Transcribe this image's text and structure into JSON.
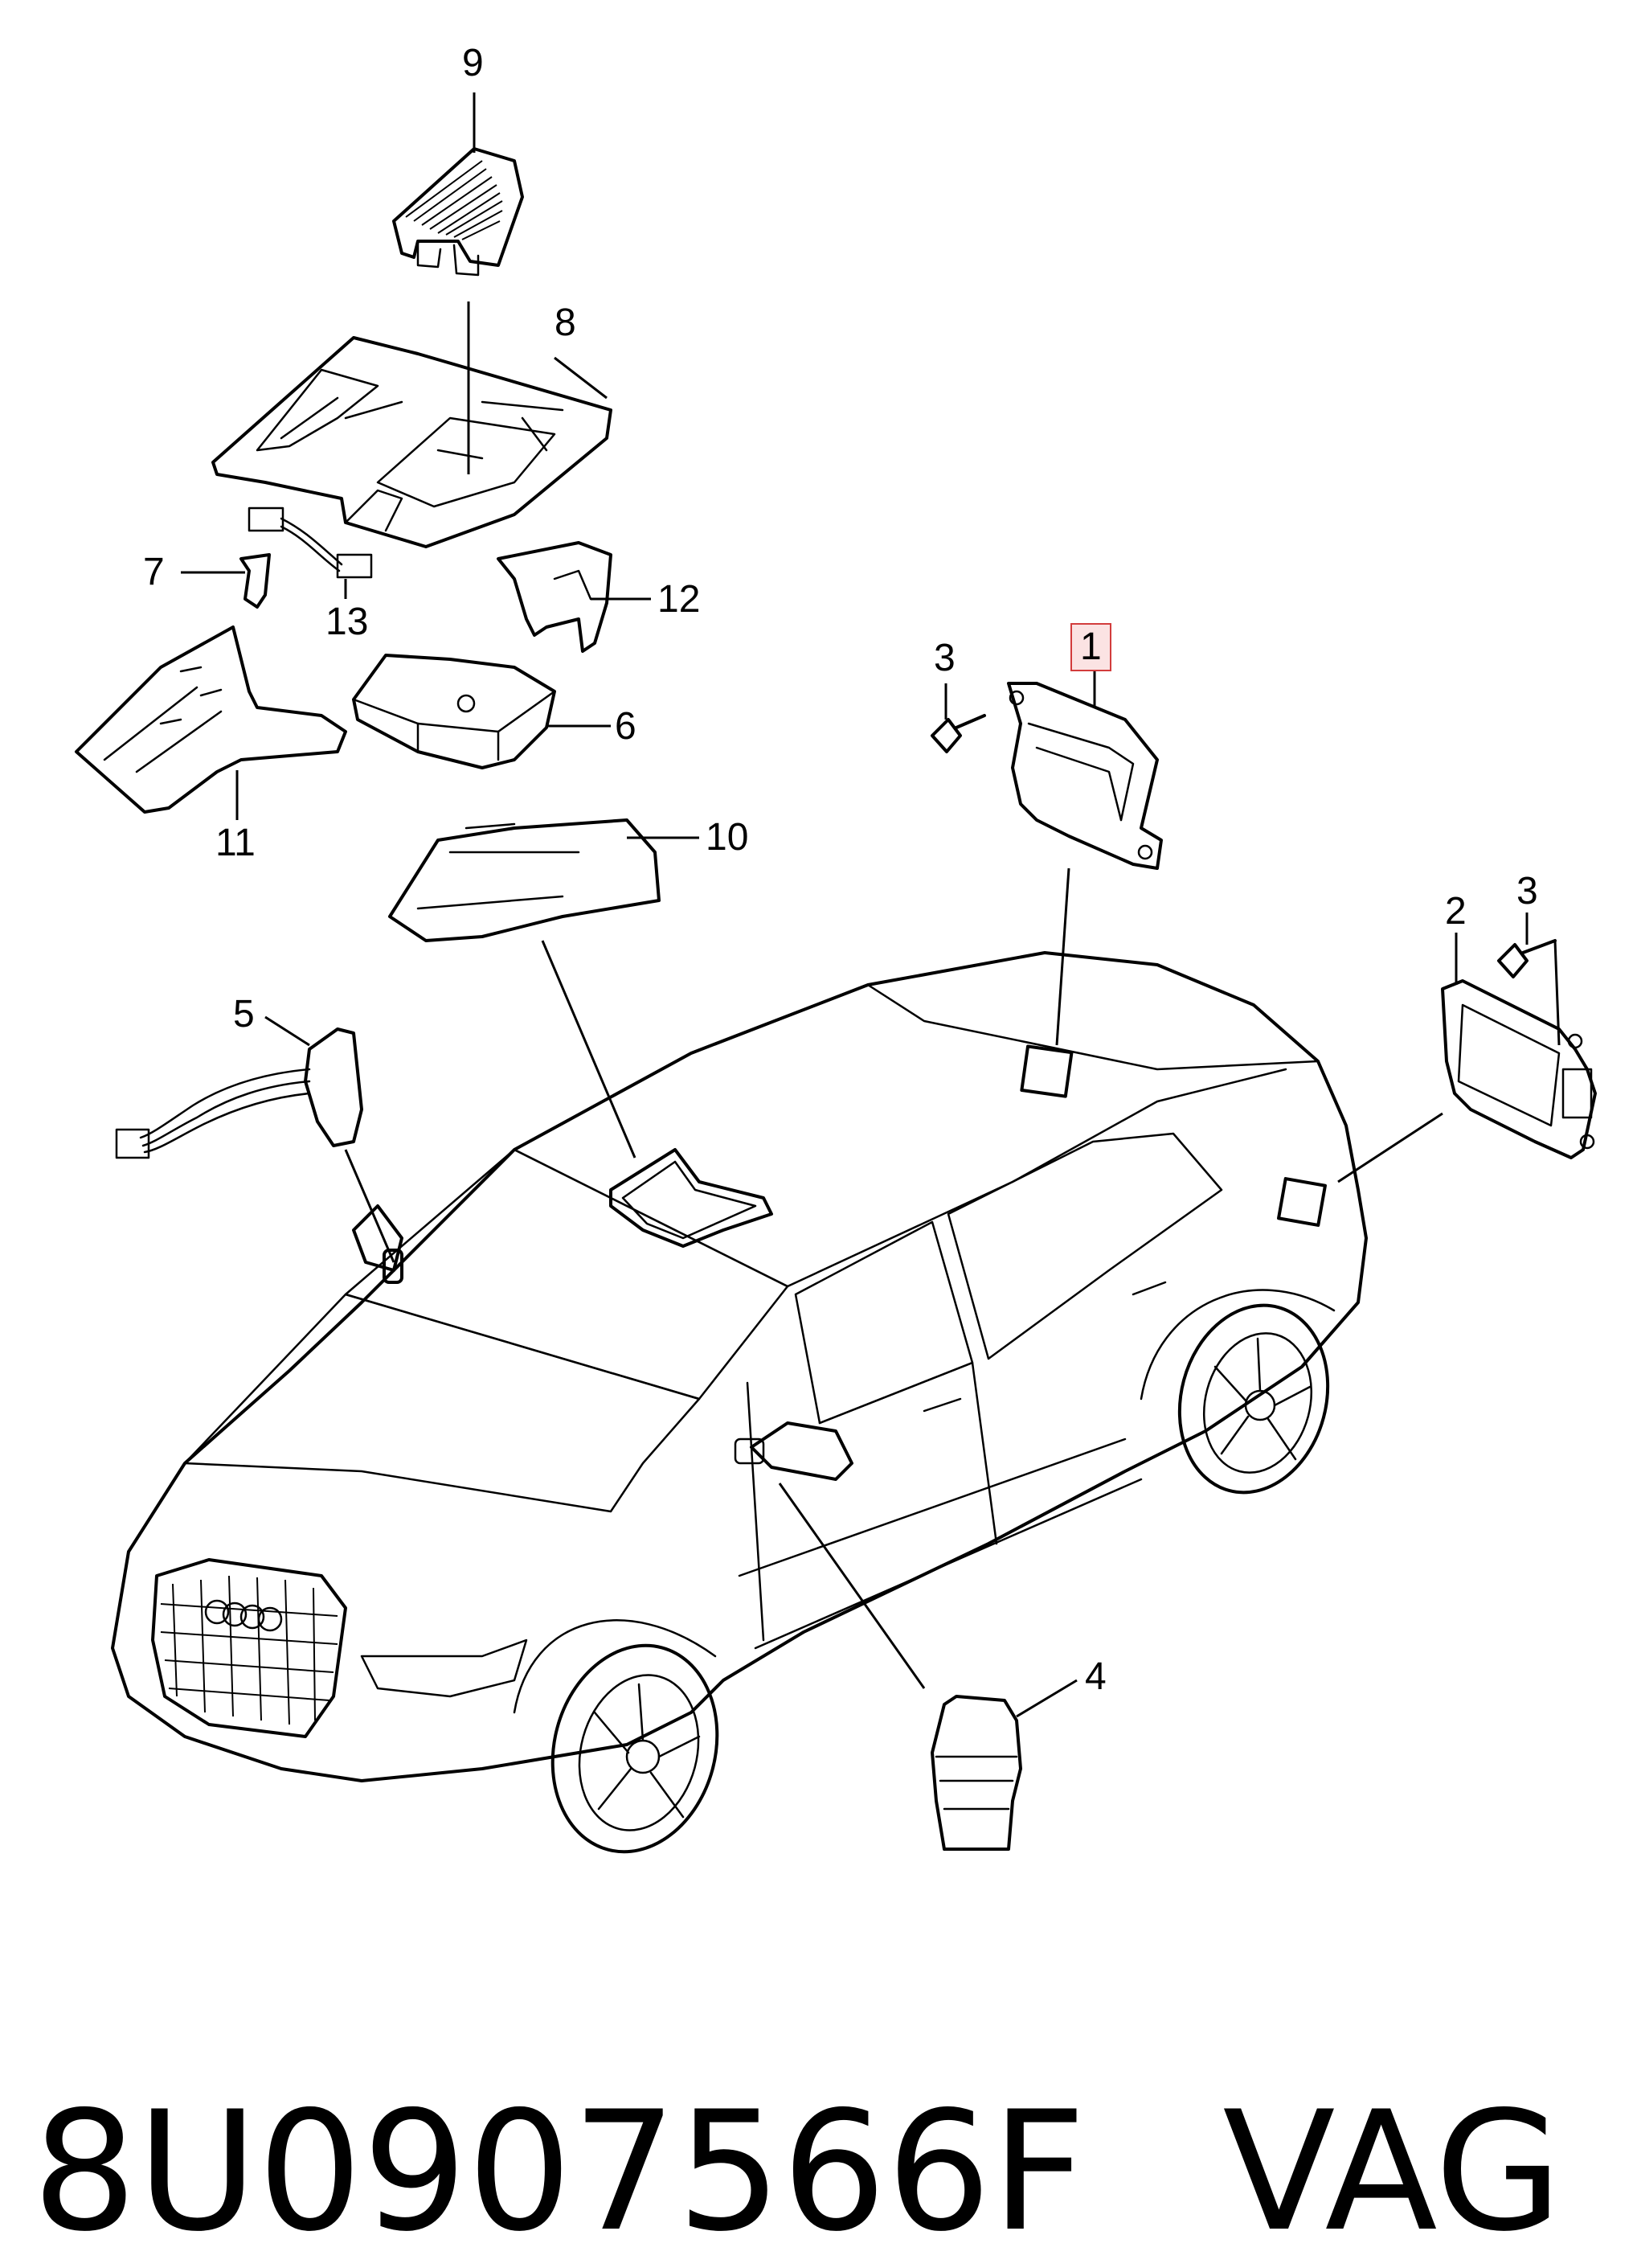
{
  "callouts": {
    "c1": "1",
    "c2": "2",
    "c3a": "3",
    "c3b": "3",
    "c4": "4",
    "c5": "5",
    "c6": "6",
    "c7": "7",
    "c8": "8",
    "c9": "9",
    "c10": "10",
    "c11": "11",
    "c12": "12",
    "c13": "13"
  },
  "highlighted_callout": "1",
  "highlight_color": "#d23c3c",
  "footer": {
    "part_number": "8U0907566F",
    "brand": "VAG"
  }
}
